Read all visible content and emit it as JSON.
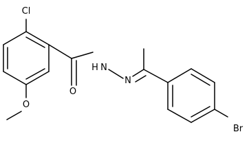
{
  "molecule": {
    "atoms": {
      "chlorine": "Cl",
      "amide_nitrogen": "N",
      "amide_hydrogen": "H",
      "hydrazone_nitrogen": "N",
      "carbonyl_oxygen": "O",
      "ether_oxygen": "O",
      "bromine": "Br"
    }
  },
  "colors": {
    "bond": "#000000",
    "label": "#000000",
    "background": "#ffffff"
  }
}
